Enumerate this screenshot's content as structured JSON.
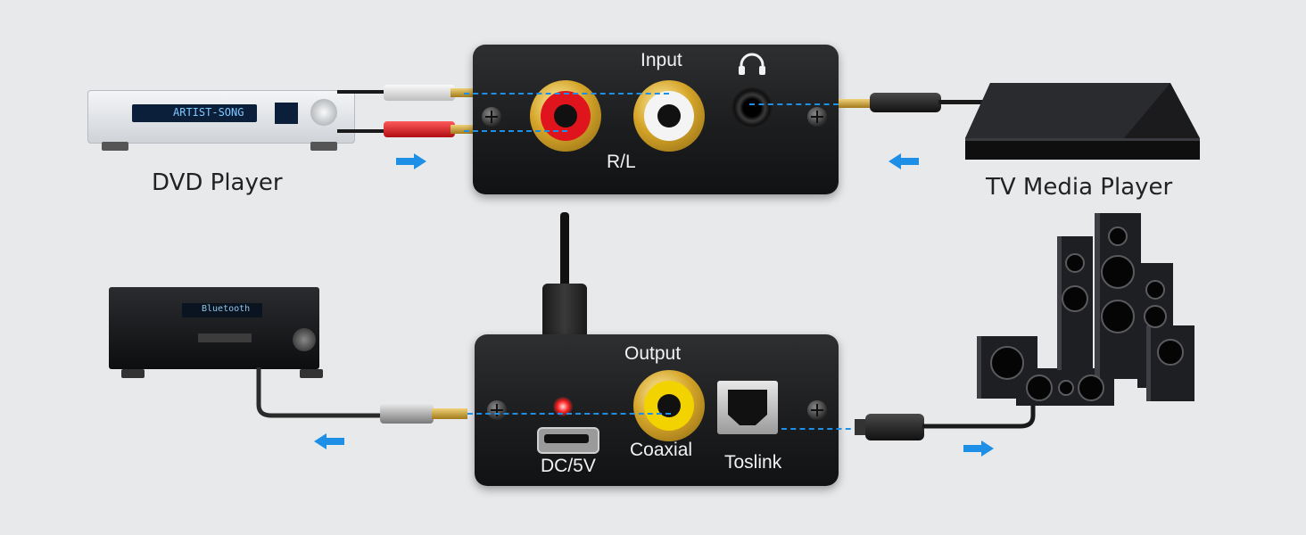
{
  "top_converter": {
    "input_label": "Input",
    "rl_label": "R/L",
    "headphone_icon": "headphone-icon"
  },
  "bottom_converter": {
    "output_label": "Output",
    "coaxial_label": "Coaxial",
    "dc_label": "DC/5V",
    "toslink_label": "Toslink"
  },
  "devices": {
    "dvd_player_label": "DVD Player",
    "tv_media_player_label": "TV Media Player",
    "dvd_display_text": "ARTIST-SONG",
    "receiver_display_text": "Bluetooth"
  },
  "colors": {
    "background": "#e8e9eb",
    "arrow_blue": "#1e8fe6",
    "rca_red": "#e0141c",
    "rca_white": "#f4f4f4",
    "rca_yellow": "#f2d300",
    "led_red": "#ff2020"
  }
}
